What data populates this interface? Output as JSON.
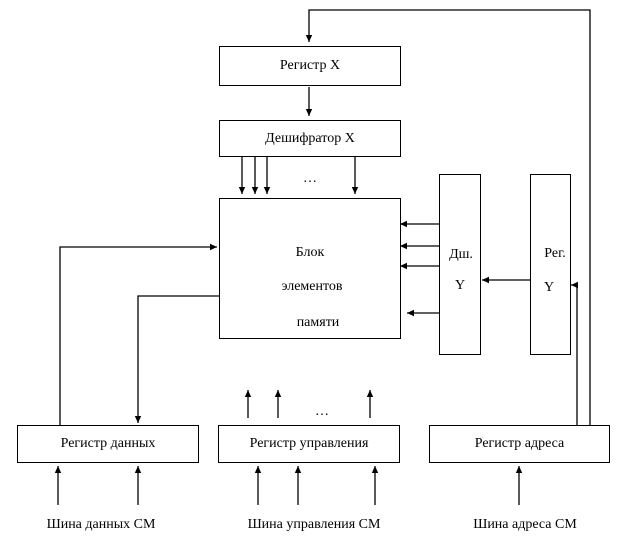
{
  "blocks": {
    "register_x": "Регистр X",
    "decoder_x": "Дешифратор X",
    "memory_block": {
      "line1": "Блок",
      "line2": "элементов",
      "line3": "памяти"
    },
    "decoder_y": {
      "line1": "Дш.",
      "line2": "Y"
    },
    "register_y": {
      "line1": "Рег.",
      "line2": "Y"
    },
    "data_register": "Регистр данных",
    "control_register": "Регистр управления",
    "address_register": "Регистр адреса"
  },
  "ellipsis": "…",
  "buses": {
    "data_bus": "Шина данных СМ",
    "control_bus": "Шина управления СМ",
    "address_bus": "Шина адреса СМ"
  }
}
